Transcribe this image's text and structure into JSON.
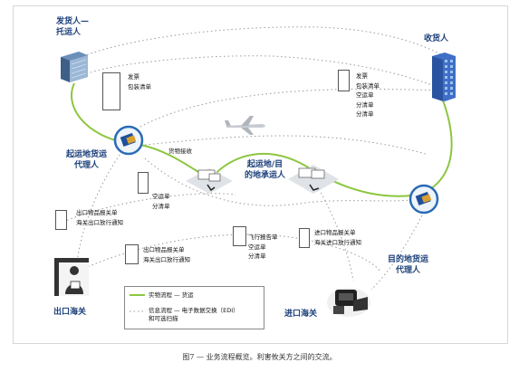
{
  "parties": {
    "shipper": "发货人—\n托运人",
    "consignee": "收货人",
    "origin_agent": "起运地货运\n代理人",
    "carrier": "起运地/目\n的地承运人",
    "dest_agent": "目的地货运\n代理人",
    "export_customs": "出口海关",
    "import_customs": "进口海关"
  },
  "docs": {
    "shipper_docs": [
      "发票",
      "包装清单"
    ],
    "consignee_docs": [
      "发票",
      "包装清单",
      "空运单",
      "分清单",
      "分清单"
    ],
    "cargo_receipt": "货物接收",
    "agent_docs": [
      "空运单",
      "分清单"
    ],
    "export_notice_1": [
      "出口物品报关单",
      "海关出口放行通知"
    ],
    "export_notice_2": [
      "出口物品报关单",
      "海关出口放行通知"
    ],
    "flight_docs": [
      "飞行报告单",
      "空运单",
      "分清单"
    ],
    "import_notice": [
      "进口物品报关单",
      "海关进口放行通知"
    ]
  },
  "legend": {
    "physical": "实物流程 — 货运",
    "info_1": "信息流程 — 电子数据交换（EDI）",
    "info_2": "和可选扫描"
  },
  "caption": "图7 — 业务流程概览。利害攸关方之间的交流。",
  "colors": {
    "physical_flow": "#8cc63f",
    "info_flow": "#9a9a9a",
    "label": "#1b3f7a",
    "agent_ring": "#2a6bb5"
  }
}
